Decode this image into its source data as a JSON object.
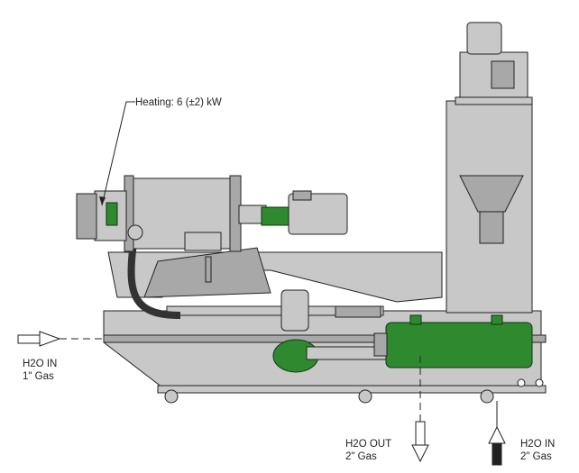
{
  "labels": {
    "heating": "Heating: 6 (±2) kW",
    "inlet_left_line1": "H2O IN",
    "inlet_left_line2": "1\" Gas",
    "outlet_line1": "H2O OUT",
    "outlet_line2": "2\" Gas",
    "inlet_right_line1": "H2O IN",
    "inlet_right_line2": "2\" Gas"
  },
  "colors": {
    "body": "#c8c8c8",
    "green": "#2f8a2f",
    "line": "#222222"
  }
}
